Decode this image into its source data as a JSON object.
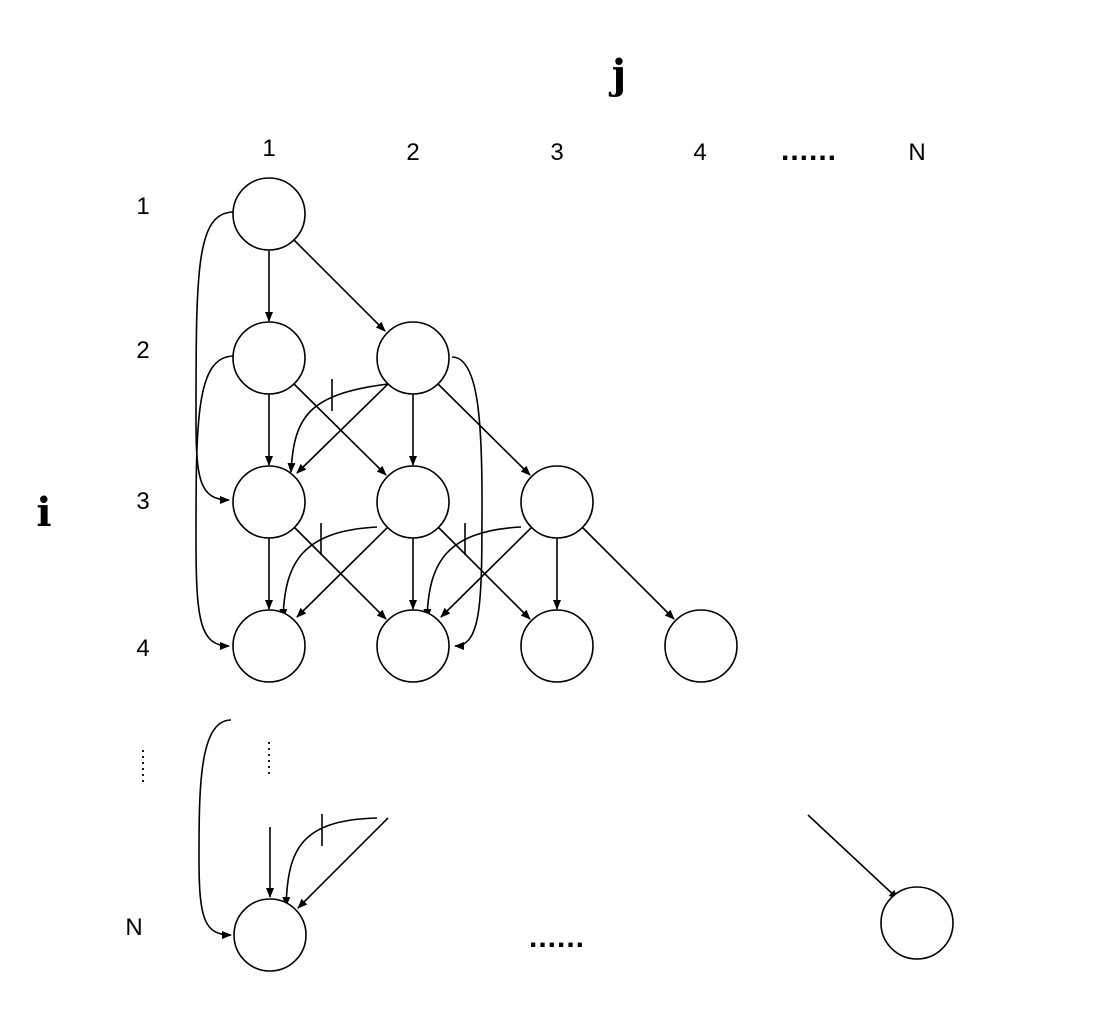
{
  "axes": {
    "col_title": "j",
    "row_title": "i",
    "col_labels": [
      "1",
      "2",
      "3",
      "4",
      "......",
      "N"
    ],
    "row_labels": [
      "1",
      "2",
      "3",
      "4",
      "N"
    ]
  },
  "bottom_ellipsis": "......"
}
